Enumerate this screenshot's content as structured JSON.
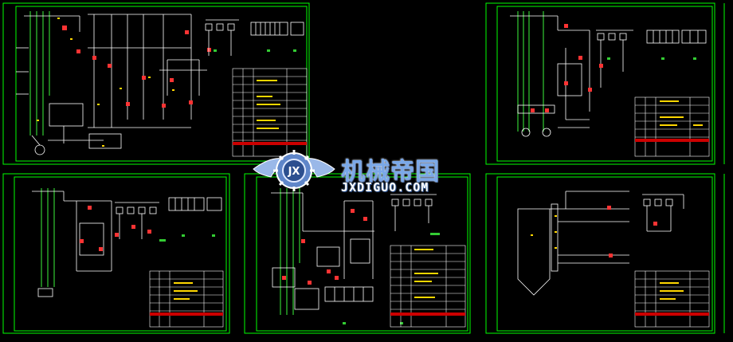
{
  "colors": {
    "background": "#000000",
    "frame": "#00ff00",
    "wire": "#ffffff",
    "bus": "#33cc33",
    "device": "#ff3333",
    "label": "#ffd700",
    "table": "#ffffff",
    "title_bar": "#cc0000"
  },
  "watermark": {
    "title": "机械帝国",
    "subtitle": "JXDIGUO.COM",
    "logo_icon": "gear-wings-logo"
  },
  "sheets": [
    {
      "id": "sheet-1",
      "kind": "motor-control"
    },
    {
      "id": "sheet-2",
      "kind": "motor-control"
    },
    {
      "id": "sheet-3",
      "kind": "single-motor"
    },
    {
      "id": "sheet-4",
      "kind": "motor-control"
    },
    {
      "id": "sheet-5",
      "kind": "hopper-control"
    }
  ]
}
